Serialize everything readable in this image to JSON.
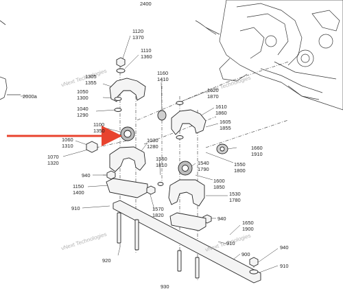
{
  "diagram": {
    "labels": {
      "l2400": "2400",
      "l1120": "1120",
      "l1370": "1370",
      "l1110": "1110",
      "l1360": "1360",
      "l1305": "1305",
      "l1355": "1355",
      "l1050": "1050",
      "l1300": "1300",
      "l1040": "1040",
      "l1290": "1290",
      "l1100": "1100",
      "l1350": "1350",
      "l1060": "1060",
      "l1310": "1310",
      "l1070": "1070",
      "l1320": "1320",
      "l940a": "940",
      "l1150": "1150",
      "l1400": "1400",
      "l910a": "910",
      "l920": "920",
      "l2000a": "2000a",
      "l1160": "1160",
      "l1410": "1410",
      "l1620": "1620",
      "l1870": "1870",
      "l1610": "1610",
      "l1860": "1860",
      "l1605": "1605",
      "l1855": "1855",
      "l1030": "1030",
      "l1280": "1280",
      "l1560": "1560",
      "l1810": "1810",
      "l1540": "1540",
      "l1790": "1790",
      "l1550": "1550",
      "l1800": "1800",
      "l1660": "1660",
      "l1910": "1910",
      "l1600": "1600",
      "l1850": "1850",
      "l1530": "1530",
      "l1780": "1780",
      "l1570": "1570",
      "l1820": "1820",
      "l940b": "940",
      "l1650": "1650",
      "l1900": "1900",
      "l910b": "910",
      "l900": "900",
      "l940c": "940",
      "l910c": "910",
      "l930": "930"
    },
    "watermark": "vNext Technologies",
    "arrow_color": "#e8432e",
    "line_color": "#222222"
  }
}
